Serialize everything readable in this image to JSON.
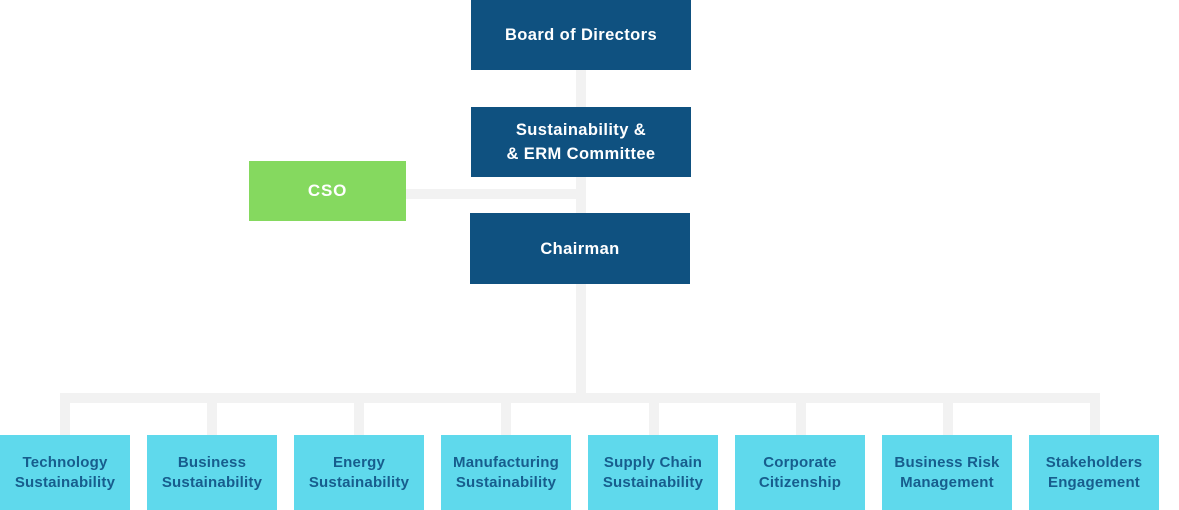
{
  "palette": {
    "navy": "#0f5180",
    "green": "#85d95f",
    "cyan": "#5fd9ec",
    "connector_gray": "#f2f2f2",
    "light_text": "#ffffff",
    "dark_text": "#175d8d"
  },
  "org_chart": {
    "root": {
      "label": "Board of Directors"
    },
    "committee": {
      "line1": "Sustainability &",
      "line2": "& ERM Committee"
    },
    "cso": {
      "label": "CSO"
    },
    "chairman": {
      "label": "Chairman"
    },
    "departments": [
      {
        "line1": "Technology",
        "line2": "Sustainability"
      },
      {
        "line1": "Business",
        "line2": "Sustainability"
      },
      {
        "line1": "Energy",
        "line2": "Sustainability"
      },
      {
        "line1": "Manufacturing",
        "line2": "Sustainability"
      },
      {
        "line1": "Supply Chain",
        "line2": "Sustainability"
      },
      {
        "line1": "Corporate",
        "line2": "Citizenship"
      },
      {
        "line1": "Business Risk",
        "line2": "Management"
      },
      {
        "line1": "Stakeholders",
        "line2": "Engagement"
      }
    ]
  }
}
